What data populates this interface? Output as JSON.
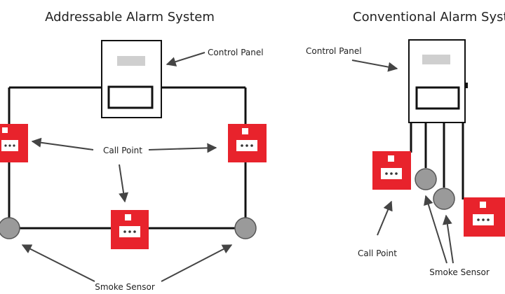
{
  "addressable": {
    "title": "Addressable Alarm System",
    "control_panel_label": "Control Panel",
    "call_point_label": "Call Point",
    "smoke_sensor_label": "Smoke Sensor"
  },
  "conventional": {
    "title": "Conventional Alarm System",
    "control_panel_label": "Control Panel",
    "call_point_label": "Call Point",
    "smoke_sensor_label": "Smoke Sensor"
  },
  "colors": {
    "call_point_red": "#e8232c",
    "sensor_gray": "#9a9a9a",
    "panel_display": "#cfcfcf",
    "wire": "#111111"
  }
}
